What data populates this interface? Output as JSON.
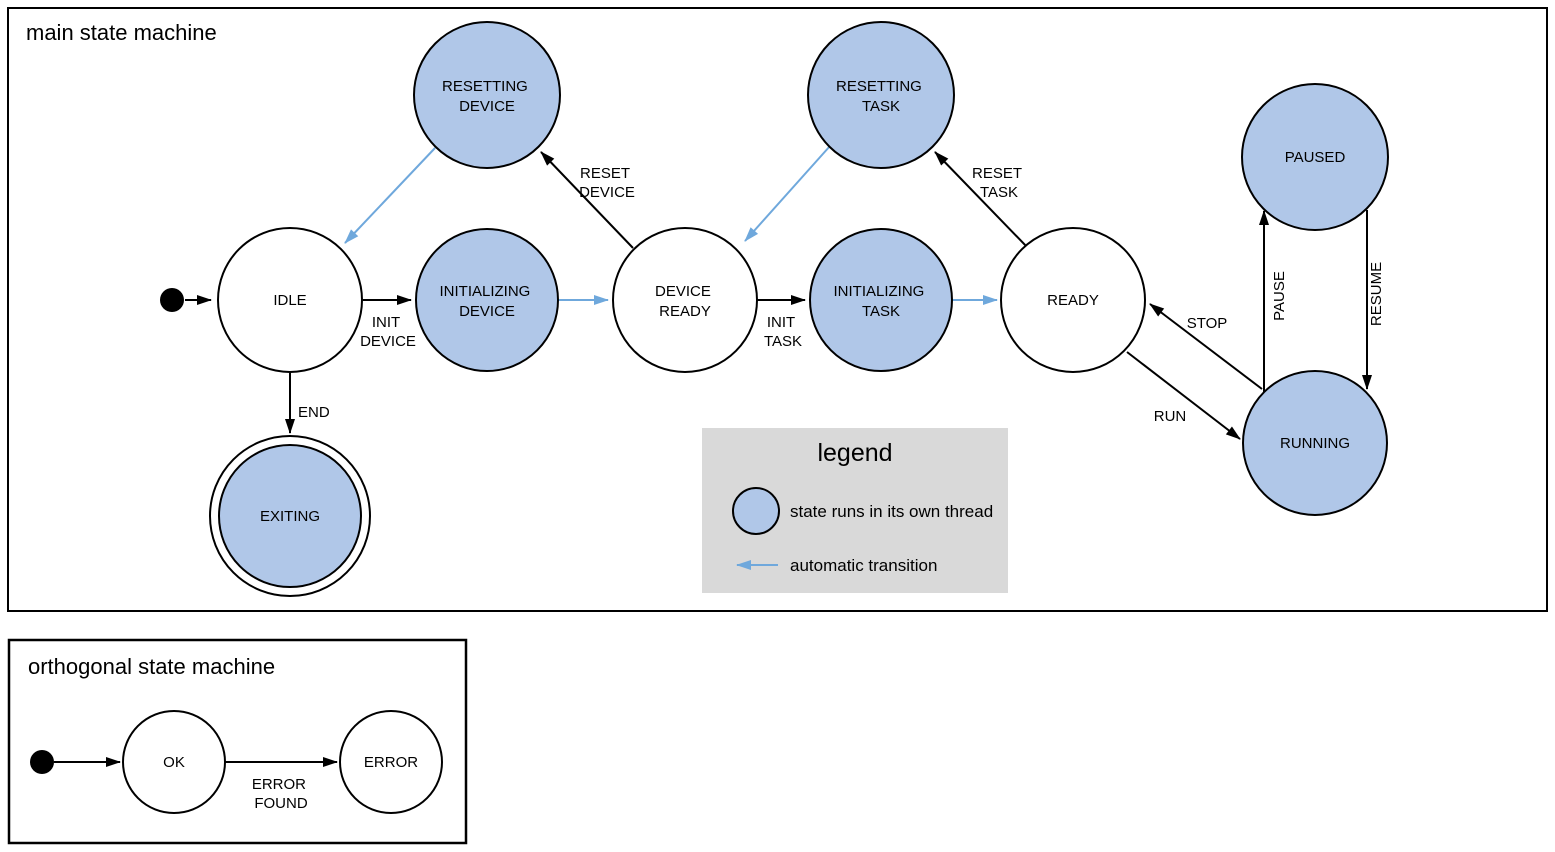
{
  "main": {
    "title": "main state machine",
    "states": {
      "idle": "IDLE",
      "resetting_device": [
        "RESETTING",
        "DEVICE"
      ],
      "initializing_device": [
        "INITIALIZING",
        "DEVICE"
      ],
      "device_ready": [
        "DEVICE",
        "READY"
      ],
      "resetting_task": [
        "RESETTING",
        "TASK"
      ],
      "initializing_task": [
        "INITIALIZING",
        "TASK"
      ],
      "ready": "READY",
      "paused": "PAUSED",
      "running": "RUNNING",
      "exiting": "EXITING"
    },
    "transitions": {
      "init_device": [
        "INIT",
        "DEVICE"
      ],
      "reset_device": [
        "RESET",
        "DEVICE"
      ],
      "init_task": [
        "INIT",
        "TASK"
      ],
      "reset_task": [
        "RESET",
        "TASK"
      ],
      "end": "END",
      "stop": "STOP",
      "run": "RUN",
      "pause": "PAUSE",
      "resume": "RESUME"
    }
  },
  "legend": {
    "title": "legend",
    "thread_state_label": "state runs in its own thread",
    "automatic_transition_label": "automatic transition"
  },
  "orthogonal": {
    "title": "orthogonal state machine",
    "states": {
      "ok": "OK",
      "error": "ERROR"
    },
    "transitions": {
      "error_found": [
        "ERROR",
        "FOUND"
      ]
    }
  },
  "colors": {
    "thread_state_fill": "#b0c7e8",
    "automatic_transition": "#6fa8dc",
    "legend_background": "#d9d9d9",
    "outline": "#000000"
  }
}
